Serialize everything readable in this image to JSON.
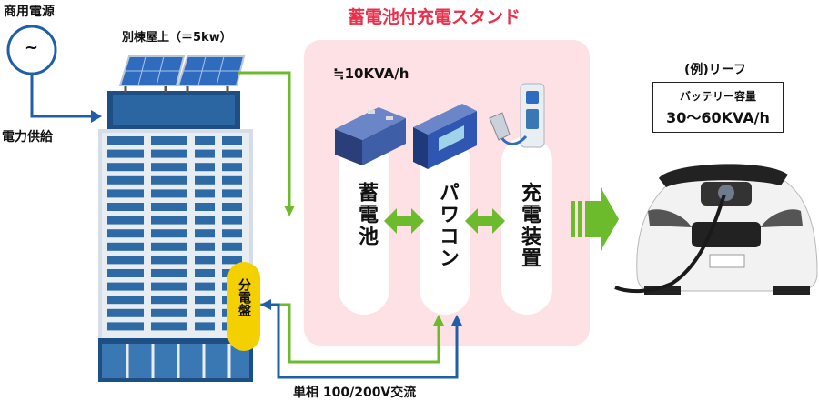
{
  "diagram": {
    "title": "蓄電池付充電スタンド",
    "grid_label": "商用電源",
    "grid_symbol": "~",
    "supply_label": "電力供給",
    "solar_label": "別棟屋上（＝5kw）",
    "capacity_label": "≒10KVA/h",
    "battery_label": "蓄電池",
    "powercon_label": "パワコン",
    "charger_label": "充電装置",
    "panel_label": "分電盤",
    "ac_label": "単相 100/200V交流",
    "car_title": "(例)リーフ",
    "car_capacity_label": "バッテリー容量",
    "car_capacity_value": "30〜60KVA/h",
    "colors": {
      "title_red": "#e8304a",
      "stand_bg": "#fde1e4",
      "green_arrow": "#6cbb2c",
      "blue_line": "#1f5fa8",
      "yellow_panel": "#f5d000",
      "building_blue": "#2e6ba6"
    }
  }
}
